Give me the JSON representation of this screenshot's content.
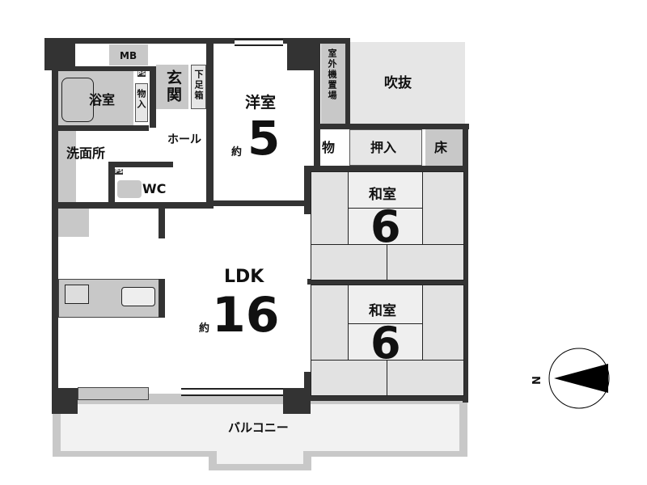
{
  "floor_plan": {
    "rooms": {
      "mb": "MB",
      "ps1": "PS",
      "ps2": "PS",
      "entrance": "玄関",
      "shoe_box": "下足箱",
      "bath": "浴室",
      "storage_small": "物入",
      "washroom": "洗面所",
      "hall": "ホール",
      "wc": "WC",
      "western_room": "洋室",
      "western_room_size_prefix": "約",
      "western_room_size": "5",
      "outdoor_unit_area": "室外機置場",
      "void": "吹抜",
      "storage": "物",
      "closet": "押入",
      "alcove": "床",
      "japanese_room_1": "和室",
      "japanese_room_1_size": "6",
      "japanese_room_2": "和室",
      "japanese_room_2_size": "6",
      "ldk": "LDK",
      "ldk_size_prefix": "約",
      "ldk_size": "16",
      "balcony": "バルコニー"
    },
    "compass": {
      "label": "N"
    }
  }
}
